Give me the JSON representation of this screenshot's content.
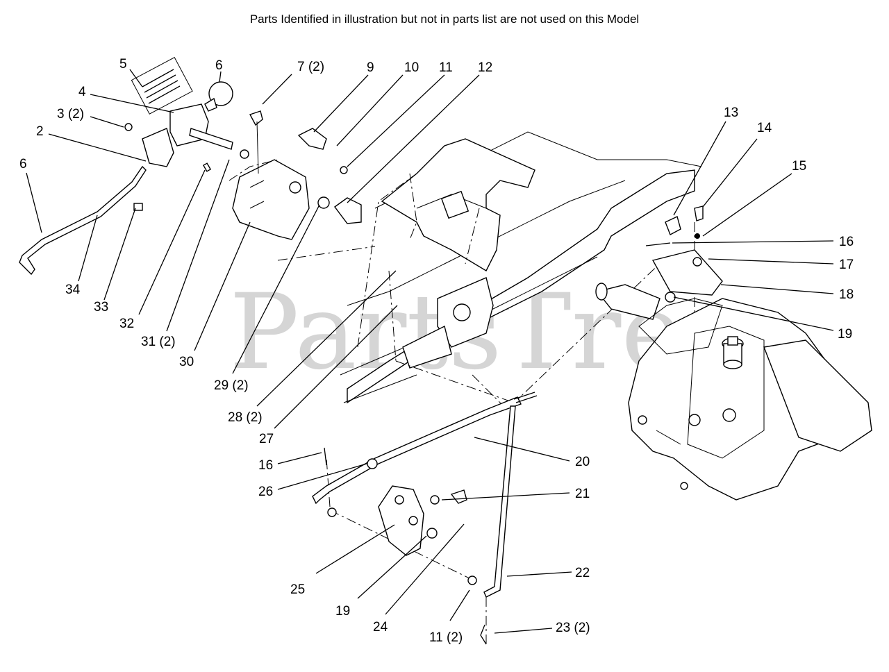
{
  "header": {
    "note": "Parts Identified  in illustration but not in parts list are not used on this Model"
  },
  "watermark": {
    "text": "PartsTree",
    "color": "#c8c8c8"
  },
  "callouts": [
    {
      "id": "c5",
      "text": "5"
    },
    {
      "id": "c6a",
      "text": "6"
    },
    {
      "id": "c4",
      "text": "4"
    },
    {
      "id": "c3",
      "text": "3 (2)"
    },
    {
      "id": "c2",
      "text": "2"
    },
    {
      "id": "c6b",
      "text": "6"
    },
    {
      "id": "c7",
      "text": "7 (2)"
    },
    {
      "id": "c9",
      "text": "9"
    },
    {
      "id": "c10",
      "text": "10"
    },
    {
      "id": "c11a",
      "text": "11"
    },
    {
      "id": "c12",
      "text": "12"
    },
    {
      "id": "c13",
      "text": "13"
    },
    {
      "id": "c14",
      "text": "14"
    },
    {
      "id": "c15",
      "text": "15"
    },
    {
      "id": "c16a",
      "text": "16"
    },
    {
      "id": "c17",
      "text": "17"
    },
    {
      "id": "c18",
      "text": "18"
    },
    {
      "id": "c19a",
      "text": "19"
    },
    {
      "id": "c34",
      "text": "34"
    },
    {
      "id": "c33",
      "text": "33"
    },
    {
      "id": "c32",
      "text": "32"
    },
    {
      "id": "c31",
      "text": "31 (2)"
    },
    {
      "id": "c30",
      "text": "30"
    },
    {
      "id": "c29",
      "text": "29 (2)"
    },
    {
      "id": "c28",
      "text": "28 (2)"
    },
    {
      "id": "c27",
      "text": "27"
    },
    {
      "id": "c20",
      "text": "20"
    },
    {
      "id": "c16b",
      "text": "16"
    },
    {
      "id": "c26",
      "text": "26"
    },
    {
      "id": "c21",
      "text": "21"
    },
    {
      "id": "c22",
      "text": "22"
    },
    {
      "id": "c25",
      "text": "25"
    },
    {
      "id": "c19b",
      "text": "19"
    },
    {
      "id": "c24",
      "text": "24"
    },
    {
      "id": "c11b",
      "text": "11 (2)"
    },
    {
      "id": "c23",
      "text": "23 (2)"
    }
  ]
}
